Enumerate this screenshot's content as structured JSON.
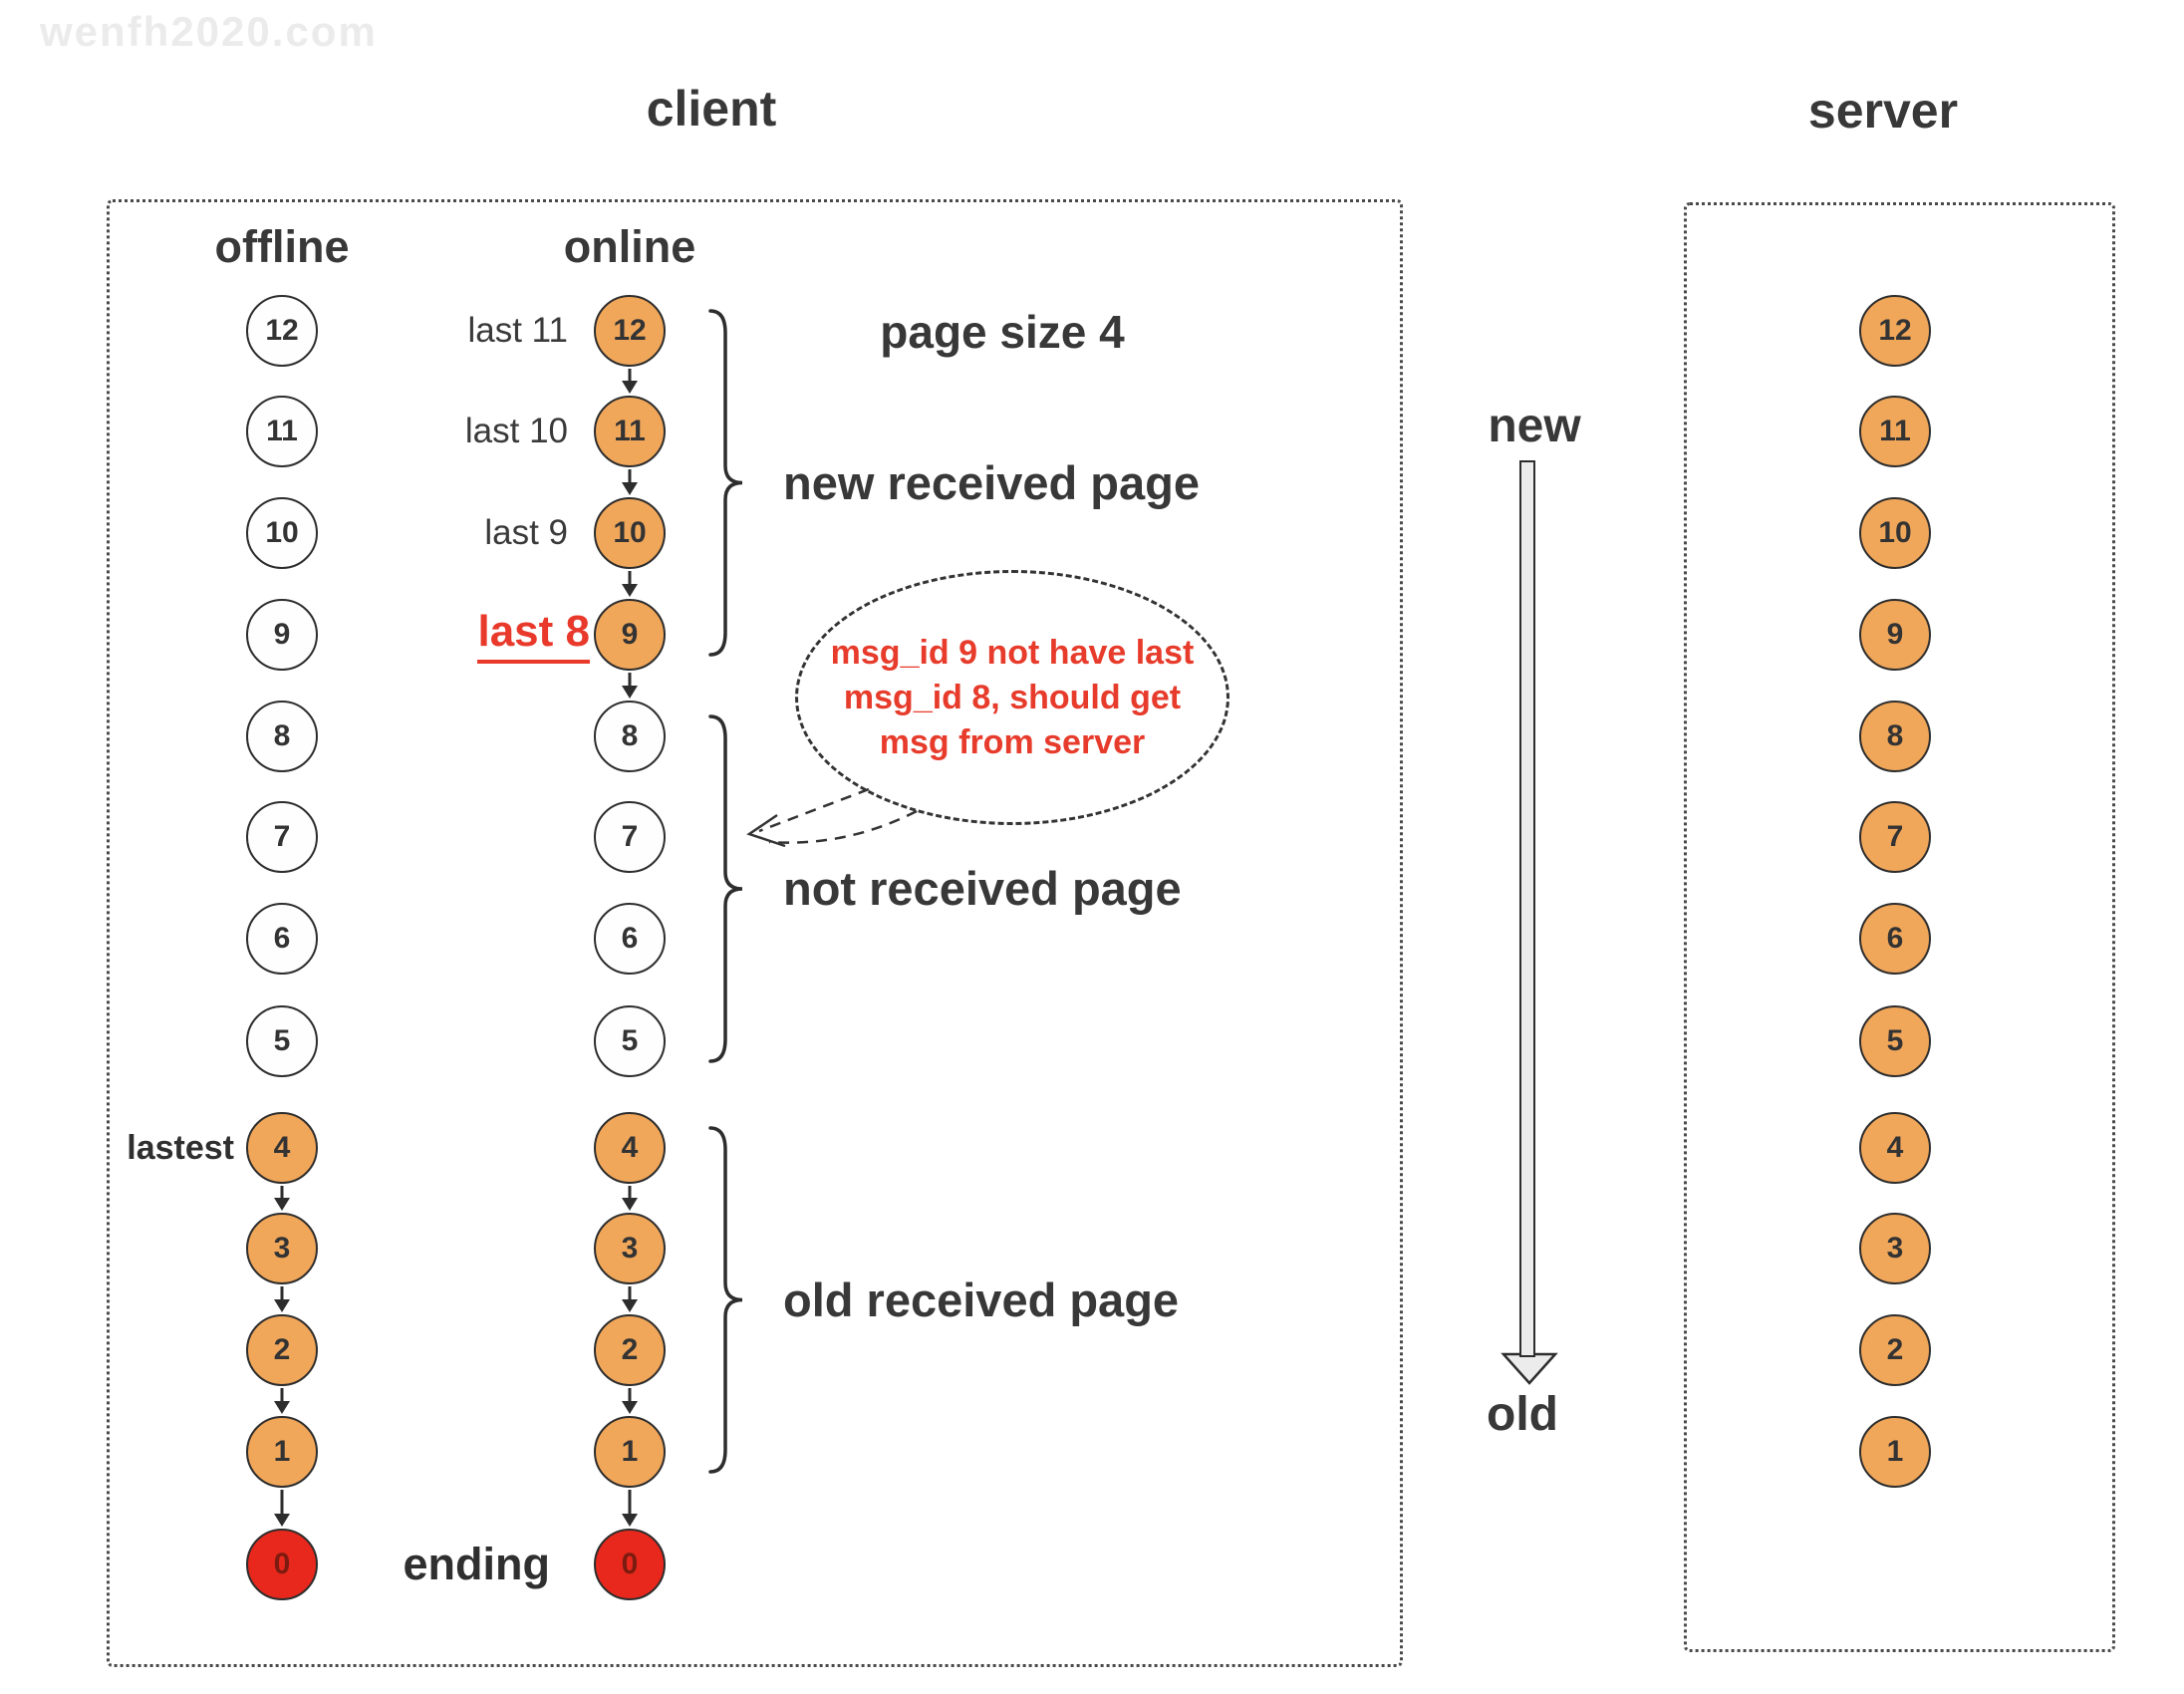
{
  "watermark": "wenfh2020.com",
  "client": {
    "title": "client",
    "page_size_label": "page size 4",
    "columns": [
      {
        "header": "offline",
        "nodes": [
          {
            "id": 12,
            "fill": "white"
          },
          {
            "id": 11,
            "fill": "white"
          },
          {
            "id": 10,
            "fill": "white"
          },
          {
            "id": 9,
            "fill": "white"
          },
          {
            "id": 8,
            "fill": "white"
          },
          {
            "id": 7,
            "fill": "white"
          },
          {
            "id": 6,
            "fill": "white"
          },
          {
            "id": 5,
            "fill": "white"
          },
          {
            "id": 4,
            "fill": "orange",
            "arrow": true,
            "side_label": "lastest",
            "side_style": "lastest"
          },
          {
            "id": 3,
            "fill": "orange",
            "arrow": true
          },
          {
            "id": 2,
            "fill": "orange",
            "arrow": true
          },
          {
            "id": 1,
            "fill": "orange",
            "arrow": true
          },
          {
            "id": 0,
            "fill": "red"
          }
        ]
      },
      {
        "header": "online",
        "nodes": [
          {
            "id": 12,
            "fill": "orange",
            "arrow": true,
            "side_label": "last 11",
            "side_style": "plain"
          },
          {
            "id": 11,
            "fill": "orange",
            "arrow": true,
            "side_label": "last 10",
            "side_style": "plain"
          },
          {
            "id": 10,
            "fill": "orange",
            "arrow": true,
            "side_label": "last 9",
            "side_style": "plain"
          },
          {
            "id": 9,
            "fill": "orange",
            "arrow": true,
            "side_label": "last 8",
            "side_style": "alert"
          },
          {
            "id": 8,
            "fill": "white"
          },
          {
            "id": 7,
            "fill": "white"
          },
          {
            "id": 6,
            "fill": "white"
          },
          {
            "id": 5,
            "fill": "white"
          },
          {
            "id": 4,
            "fill": "orange",
            "arrow": true
          },
          {
            "id": 3,
            "fill": "orange",
            "arrow": true
          },
          {
            "id": 2,
            "fill": "orange",
            "arrow": true
          },
          {
            "id": 1,
            "fill": "orange",
            "arrow": true
          },
          {
            "id": 0,
            "fill": "red",
            "side_label": "ending",
            "side_style": "strong"
          }
        ]
      }
    ],
    "page_groups": [
      {
        "label": "new received page",
        "from": 12,
        "to": 9
      },
      {
        "label": "not received page",
        "from": 8,
        "to": 5
      },
      {
        "label": "old received page",
        "from": 4,
        "to": 1
      }
    ],
    "bubble": {
      "lines": [
        "msg_id 9 not have last",
        "msg_id 8, should get",
        "msg from server"
      ]
    }
  },
  "timeline": {
    "new_label": "new",
    "old_label": "old"
  },
  "server": {
    "title": "server",
    "nodes": [
      {
        "id": 12,
        "fill": "orange"
      },
      {
        "id": 11,
        "fill": "orange"
      },
      {
        "id": 10,
        "fill": "orange"
      },
      {
        "id": 9,
        "fill": "orange"
      },
      {
        "id": 8,
        "fill": "orange"
      },
      {
        "id": 7,
        "fill": "orange"
      },
      {
        "id": 6,
        "fill": "orange"
      },
      {
        "id": 5,
        "fill": "orange"
      },
      {
        "id": 4,
        "fill": "orange"
      },
      {
        "id": 3,
        "fill": "orange"
      },
      {
        "id": 2,
        "fill": "orange"
      },
      {
        "id": 1,
        "fill": "orange"
      }
    ]
  },
  "colors": {
    "node_orange": "#F1A75A",
    "node_white": "#FEFEFE",
    "node_red": "#E8281C",
    "red_node_digit": "#7C1B10",
    "stroke": "#2D2D2D",
    "text": "#383838",
    "alert_text": "#E8392B",
    "timeline_arrow_fill": "#ECECEC",
    "watermark": "#EBEBEB"
  }
}
